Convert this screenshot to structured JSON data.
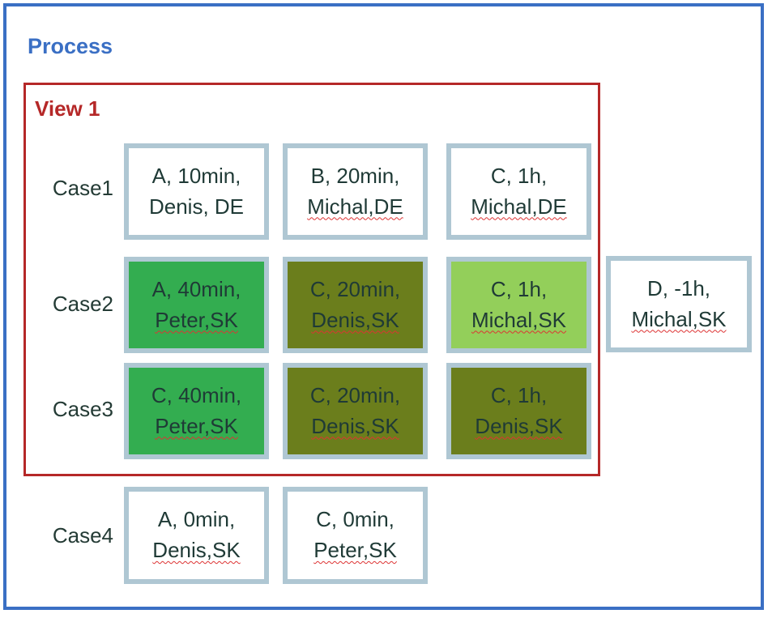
{
  "process": {
    "title": "Process"
  },
  "view": {
    "title": "View 1"
  },
  "cases": [
    {
      "label": "Case1"
    },
    {
      "label": "Case2"
    },
    {
      "label": "Case3"
    },
    {
      "label": "Case4"
    }
  ],
  "activities": {
    "case1": [
      {
        "line1": "A, 10min,",
        "line2": "Denis, DE",
        "fill": "#ffffff"
      },
      {
        "line1": "B, 20min,",
        "line2": "Michal,DE",
        "fill": "#ffffff"
      },
      {
        "line1": "C, 1h,",
        "line2": "Michal,DE",
        "fill": "#ffffff"
      }
    ],
    "case2": [
      {
        "line1": "A, 40min,",
        "line2": "Peter,SK",
        "fill": "#33ad50"
      },
      {
        "line1": "C, 20min,",
        "line2": "Denis,SK",
        "fill": "#6b7e1c"
      },
      {
        "line1": "C, 1h,",
        "line2": "Michal,SK",
        "fill": "#93cf5a"
      },
      {
        "line1": "D, -1h,",
        "line2": "Michal,SK",
        "fill": "#ffffff"
      }
    ],
    "case3": [
      {
        "line1": "C, 40min,",
        "line2": "Peter,SK",
        "fill": "#33ad50"
      },
      {
        "line1": "C, 20min,",
        "line2": "Denis,SK",
        "fill": "#6b7e1c"
      },
      {
        "line1": "C, 1h,",
        "line2": "Denis,SK",
        "fill": "#6b7e1c"
      }
    ],
    "case4": [
      {
        "line1": "A, 0min,",
        "line2": "Denis,SK",
        "fill": "#ffffff"
      },
      {
        "line1": "C, 0min,",
        "line2": "Peter,SK",
        "fill": "#ffffff"
      }
    ]
  },
  "colors": {
    "process_border": "#3a6fc4",
    "view_border": "#b52828",
    "box_border": "#afc7d3"
  }
}
